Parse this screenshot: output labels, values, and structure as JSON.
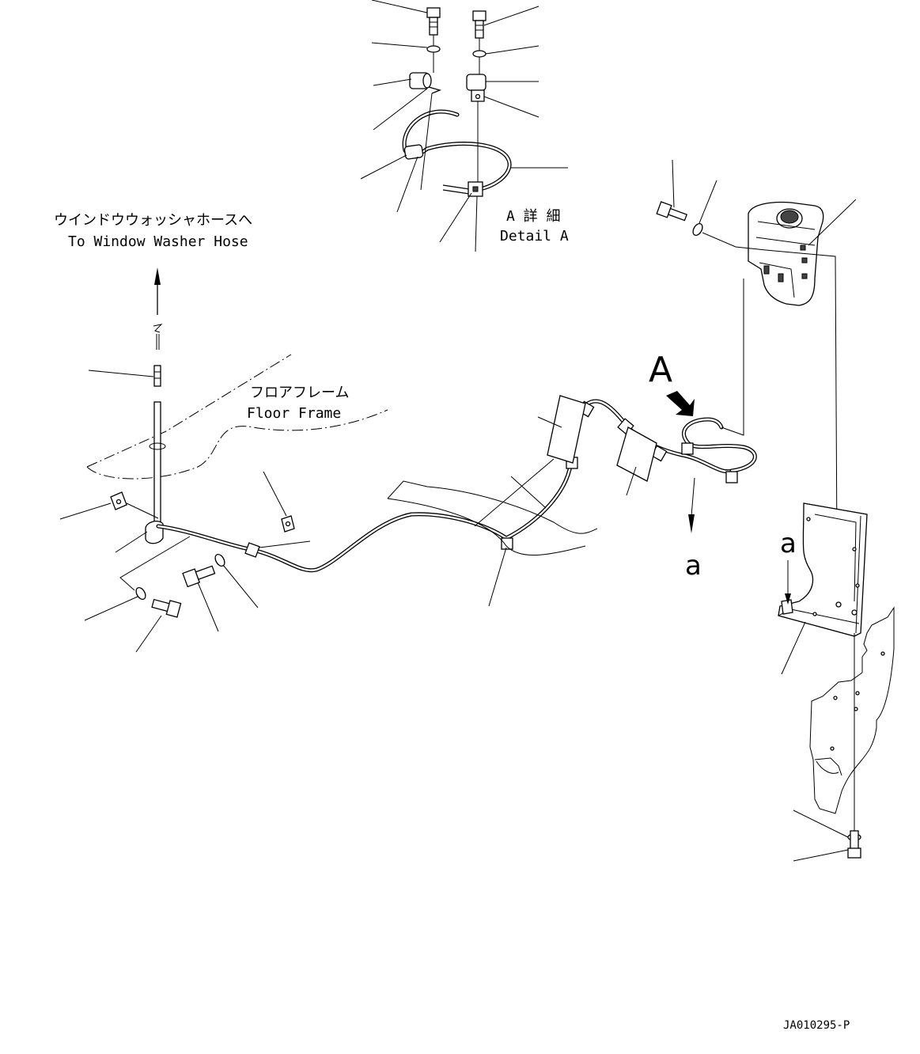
{
  "labels": {
    "washer_hose_jp": "ウインドウウォッシャホースへ",
    "washer_hose_en": "To Window Washer Hose",
    "floor_frame_jp": "フロアフレーム",
    "floor_frame_en": "Floor Frame",
    "detail_a_jp": "A 詳 細",
    "detail_a_en": "Detail A",
    "view_a": "A",
    "point_a_left": "a",
    "point_a_right": "a",
    "drawing_code": "JA010295-P"
  }
}
